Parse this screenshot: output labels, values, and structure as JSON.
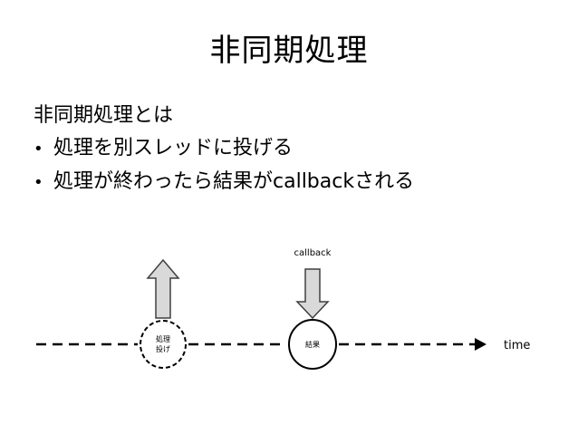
{
  "slide": {
    "title": "非同期処理",
    "heading": "非同期処理とは",
    "bullets": [
      "処理を別スレッドに投げる",
      "処理が終わったら結果がcallbackされる"
    ],
    "bullet_mark": "•"
  },
  "diagram": {
    "callback_label": "callback",
    "dispatch_node_lines": [
      "処理",
      "投げ"
    ],
    "result_node_label": "結果",
    "timeline_label": "time"
  },
  "colors": {
    "text": "#000000",
    "arrow_fill": "#d9d9d9",
    "arrow_stroke": "#404040",
    "background": "#ffffff"
  }
}
